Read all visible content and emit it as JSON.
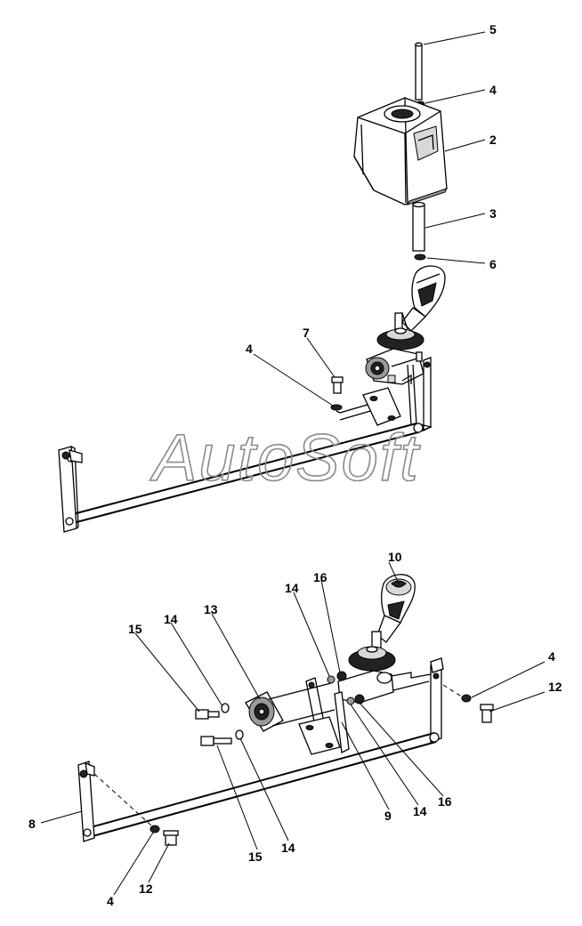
{
  "watermark": "AutoSoft",
  "callouts": [
    {
      "id": "c5",
      "text": "5"
    },
    {
      "id": "c4a",
      "text": "4"
    },
    {
      "id": "c2",
      "text": "2"
    },
    {
      "id": "c3",
      "text": "3"
    },
    {
      "id": "c6",
      "text": "6"
    },
    {
      "id": "c7",
      "text": "7"
    },
    {
      "id": "c4b",
      "text": "4"
    },
    {
      "id": "c10",
      "text": "10"
    },
    {
      "id": "c16a",
      "text": "16"
    },
    {
      "id": "c14a",
      "text": "14"
    },
    {
      "id": "c13",
      "text": "13"
    },
    {
      "id": "c14b",
      "text": "14"
    },
    {
      "id": "c15a",
      "text": "15"
    },
    {
      "id": "c4c",
      "text": "4"
    },
    {
      "id": "c12a",
      "text": "12"
    },
    {
      "id": "c8",
      "text": "8"
    },
    {
      "id": "c9",
      "text": "9"
    },
    {
      "id": "c14c",
      "text": "14"
    },
    {
      "id": "c16b",
      "text": "16"
    },
    {
      "id": "c15b",
      "text": "15"
    },
    {
      "id": "c14d",
      "text": "14"
    },
    {
      "id": "c4d",
      "text": "4"
    },
    {
      "id": "c12b",
      "text": "12"
    }
  ]
}
